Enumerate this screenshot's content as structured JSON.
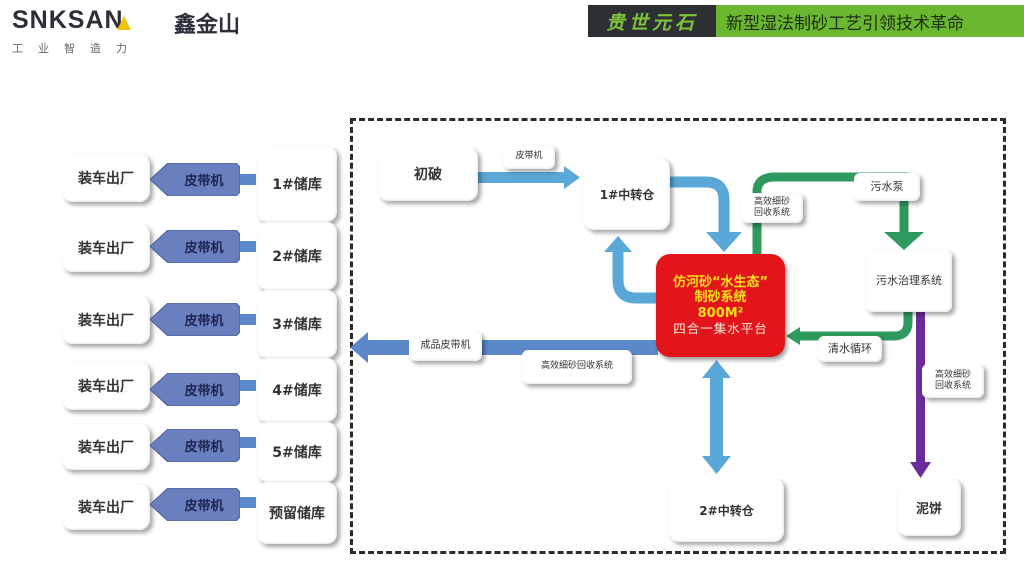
{
  "header": {
    "brand_en": "SNKSAN",
    "brand_cn": "鑫金山",
    "tagline": "工业智造力",
    "banner_left": "贵世元石",
    "banner_right": "新型湿法制砂工艺引领技术革命"
  },
  "colors": {
    "belt_fill": "#6a7fc0",
    "flow_blue": "#5aa8d8",
    "product_blue": "#5b89c9",
    "flow_green": "#2f9a5f",
    "flow_purple": "#6a2c9a",
    "core_red": "#e3141a",
    "core_text_yellow": "#f6e21a",
    "banner_dark": "#2c2f34",
    "banner_green": "#6ab82f"
  },
  "storage_rows": [
    {
      "dispatch": "装车出厂",
      "conveyor": "皮带机",
      "storage": "1#储库"
    },
    {
      "dispatch": "装车出厂",
      "conveyor": "皮带机",
      "storage": "2#储库"
    },
    {
      "dispatch": "装车出厂",
      "conveyor": "皮带机",
      "storage": "3#储库"
    },
    {
      "dispatch": "装车出厂",
      "conveyor": "皮带机",
      "storage": "4#储库"
    },
    {
      "dispatch": "装车出厂",
      "conveyor": "皮带机",
      "storage": "5#储库"
    },
    {
      "dispatch": "装车出厂",
      "conveyor": "皮带机",
      "storage": "预留储库"
    }
  ],
  "nodes": {
    "primary_crush": "初破",
    "belt_label": "皮带机",
    "transfer_1": "1#中转仓",
    "transfer_2": "2#中转仓",
    "sand_recovery_top": "高效细砂\n回收系统",
    "sewage_pump": "污水泵",
    "sewage_treatment": "污水治理系统",
    "clean_water_cycle": "清水循环",
    "sand_recovery_right": "高效细砂\n回收系统",
    "mud_cake": "泥饼",
    "product_belt": "成品皮带机",
    "sand_recovery_bottom": "高效细砂回收系统"
  },
  "core": {
    "line1": "仿河砂“水生态”",
    "line2": "制砂系统",
    "line3": "800M²",
    "line4": "四合一集水平台"
  }
}
